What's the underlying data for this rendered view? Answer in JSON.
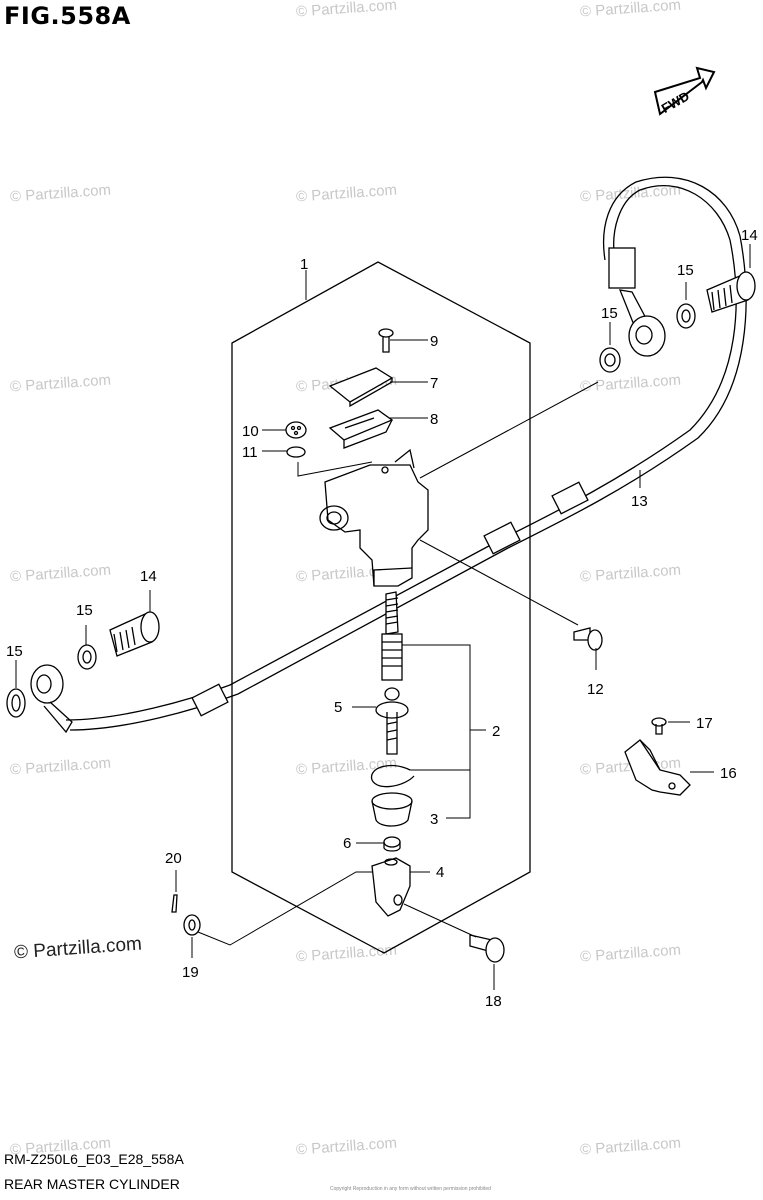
{
  "figure": {
    "title": "FIG.558A",
    "code": "RM-Z250L6_E03_E28_558A",
    "name": "REAR MASTER CYLINDER",
    "fine_print": "Copyright  Reproduction in any form without written permission prohibited",
    "direction_label": "FWD"
  },
  "watermark": {
    "text": "© Partzilla.com",
    "strong_text": "© Partzilla.com"
  },
  "callouts": {
    "c1": "1",
    "c2": "2",
    "c3": "3",
    "c4": "4",
    "c5": "5",
    "c6": "6",
    "c7": "7",
    "c8": "8",
    "c9": "9",
    "c10": "10",
    "c11": "11",
    "c12": "12",
    "c13": "13",
    "c14a": "14",
    "c14b": "14",
    "c15a": "15",
    "c15b": "15",
    "c15c": "15",
    "c15d": "15",
    "c16": "16",
    "c17": "17",
    "c18": "18",
    "c19": "19",
    "c20": "20"
  },
  "colors": {
    "line": "#000000",
    "watermark": "#c8c8c8",
    "background": "#ffffff"
  }
}
